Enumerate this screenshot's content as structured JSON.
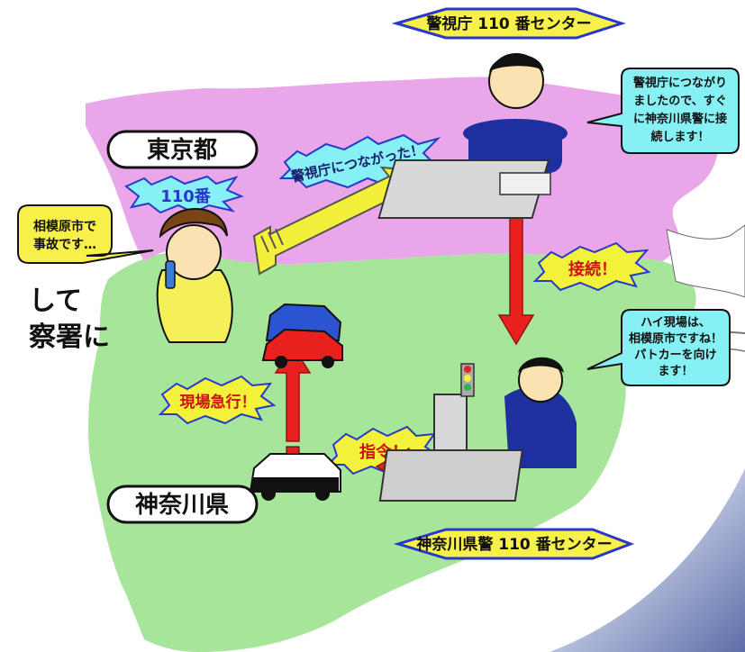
{
  "banners": {
    "tokyo_center": "警視庁 110 番センター",
    "kanagawa_center": "神奈川県警 110 番センター"
  },
  "regions": {
    "tokyo": "東京都",
    "kanagawa": "神奈川県"
  },
  "bursts": {
    "call_110": "110番",
    "connected_to_mpd": "警視庁につながった！",
    "connection": "接続！",
    "dispatch_order": "指令！",
    "rush_to_scene": "現場急行！"
  },
  "speech": {
    "caller": [
      "相模原市で",
      "事故です…"
    ],
    "tokyo_operator": [
      "警視庁につながり",
      "ましたので、すぐ",
      "に神奈川県警に接",
      "続します！"
    ],
    "kanagawa_operator": [
      "ハイ現場は、",
      "相模原市ですね！",
      "パトカーを向け",
      "ます！"
    ]
  },
  "cut_text": [
    "して",
    "察署に"
  ],
  "colors": {
    "tokyo": "#e9a6e8",
    "kanagawa": "#a6e59a",
    "banner_fill": "#f7ef4a",
    "banner_border": "#2a38c8",
    "red_arrow": "#e8201e",
    "yellow_arrow": "#f4ef3a",
    "burst_yellow": "#f3f23a",
    "burst_cyan": "#86f0f4",
    "uniform": "#1e2fa0"
  }
}
